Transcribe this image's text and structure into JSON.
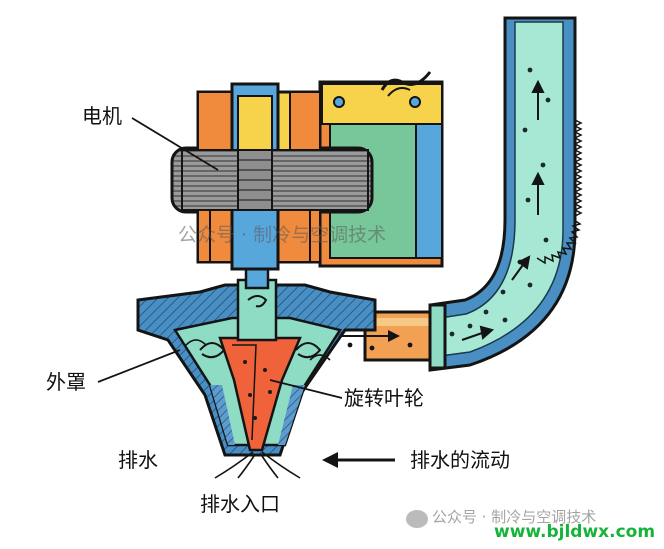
{
  "labels": {
    "motor": "电机",
    "housing": "外罩",
    "impeller": "旋转叶轮",
    "drain": "排水",
    "drain_flow": "排水的流动",
    "drain_inlet": "排水入口"
  },
  "watermarks": {
    "center": "公众号 · 制冷与空调技术",
    "bottom": "公众号 · 制冷与空调技术",
    "site": "www.bjldwx.com"
  },
  "colors": {
    "outline": "#141414",
    "housing_blue": "#4a8fc4",
    "water_mint": "#8fdcc4",
    "water_pipe_light": "#a7e8d4",
    "impeller_orange": "#f0623a",
    "motor_yellow": "#f6d34a",
    "motor_orange": "#f08a3c",
    "motor_blue": "#58a7dc",
    "motor_gray": "#8e8e8e",
    "motor_green": "#78c79a",
    "watermark_green": "#16b33a"
  },
  "icons": {
    "flow_arrow": "left-arrow-icon",
    "flow_dots": "bubble-icon"
  }
}
